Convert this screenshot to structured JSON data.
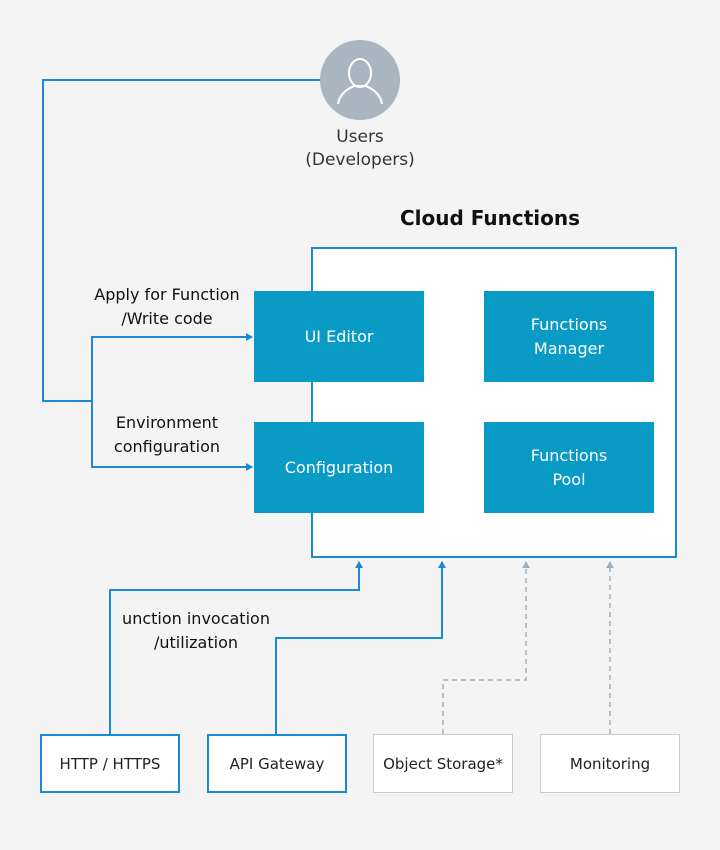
{
  "users": {
    "label": "Users\n(Developers)"
  },
  "cloud_functions": {
    "title": "Cloud Functions",
    "components": {
      "ui_editor": "UI Editor",
      "configuration": "Configuration",
      "functions_manager": "Functions\nManager",
      "functions_pool": "Functions\nPool"
    }
  },
  "labels": {
    "apply_write": "Apply for Function\n/Write code",
    "env_config": "Environment\nconfiguration",
    "invocation": "unction invocation\n/utilization"
  },
  "sources": {
    "http": "HTTP / HTTPS",
    "api_gateway": "API Gateway",
    "object_storage": "Object Storage*",
    "monitoring": "Monitoring"
  },
  "colors": {
    "accent_blue": "#1a8ad4",
    "box_blue": "#0a9ac6",
    "avatar_grey": "#a9b6c2",
    "connector_grey": "#9fb0c0"
  }
}
